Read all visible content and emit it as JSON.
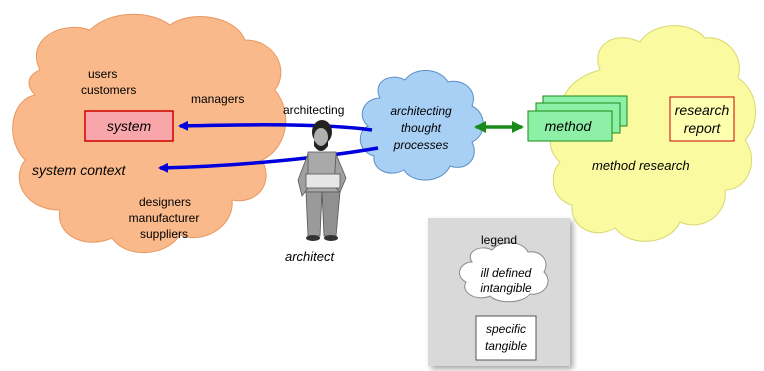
{
  "colors": {
    "system_cloud": "#f9b98b",
    "system_box": "#f9a6ab",
    "system_box_border": "#cc0000",
    "arrow_blue": "#0000dd",
    "thought_cloud": "#a8d0f5",
    "arrow_green": "#1a8a1a",
    "method_box": "#8df0a6",
    "method_border": "#1a8a1a",
    "research_cloud": "#fafaa0",
    "report_box": "#ffffb0",
    "report_border": "#cc0000",
    "legend_bg": "#d9d9d9",
    "legend_cloud": "#ffffff"
  },
  "diagram": {
    "system_cloud": {
      "users": "users",
      "customers": "customers",
      "managers": "managers",
      "system": "system",
      "system_context": "system context",
      "designers": "designers",
      "manufacturer": "manufacturer",
      "suppliers": "suppliers"
    },
    "architecting_label": "architecting",
    "architect_label": "architect",
    "thought_cloud": {
      "line1": "architecting",
      "line2": "thought",
      "line3": "processes"
    },
    "method": "method",
    "research_report": {
      "line1": "research",
      "line2": "report"
    },
    "method_research": "method research",
    "legend": {
      "title": "legend",
      "cloud_line1": "ill defined",
      "cloud_line2": "intangible",
      "box_line1": "specific",
      "box_line2": "tangible"
    }
  }
}
